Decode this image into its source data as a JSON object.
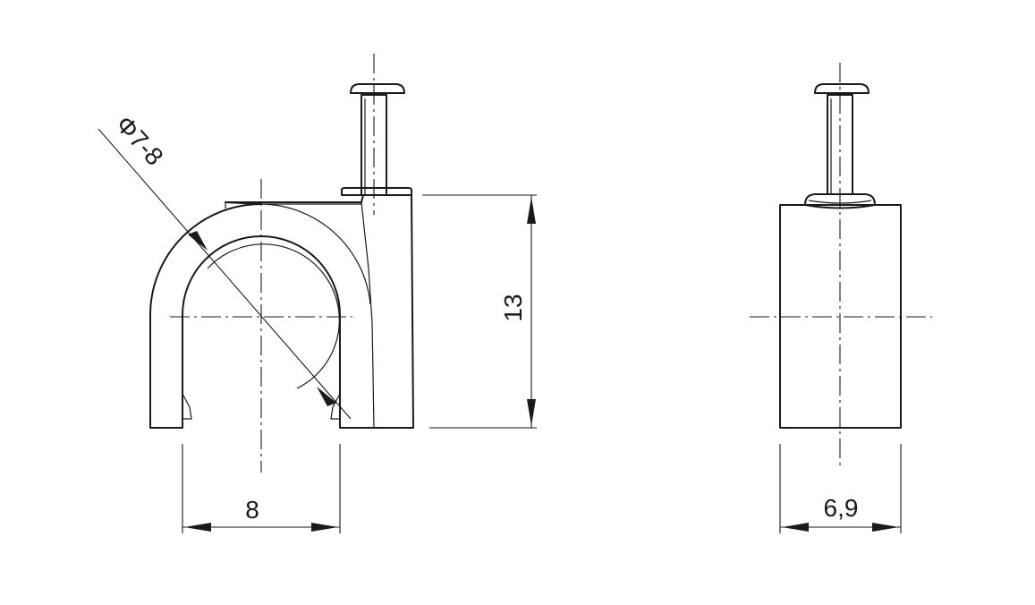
{
  "dimensions": {
    "diameter": "Φ7-8",
    "height": "13",
    "width_front": "8",
    "width_side": "6,9"
  }
}
